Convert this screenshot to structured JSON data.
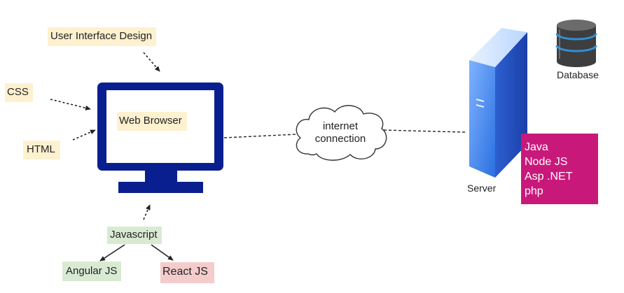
{
  "labels": {
    "ui_design": "User Interface Design",
    "css": "CSS",
    "html": "HTML",
    "web_browser": "Web Browser",
    "javascript": "Javascript",
    "angular": "Angular JS",
    "react": "React JS",
    "server": "Server",
    "database": "Database"
  },
  "cloud": {
    "line1": "internet",
    "line2": "connection"
  },
  "server_stack": [
    "Java",
    "Node JS",
    "Asp .NET",
    "php"
  ],
  "colors": {
    "monitor": "#0a1f8f",
    "label_yellow": "#fdf1cf",
    "label_green": "#d9ead3",
    "label_pink": "#f4cccc",
    "server_stack_bg": "#c8197a",
    "server_blue": "#3f7fe6",
    "database_accent": "#2f8fd8"
  },
  "icons": [
    "monitor-icon",
    "cloud-icon",
    "server-icon",
    "database-icon"
  ]
}
